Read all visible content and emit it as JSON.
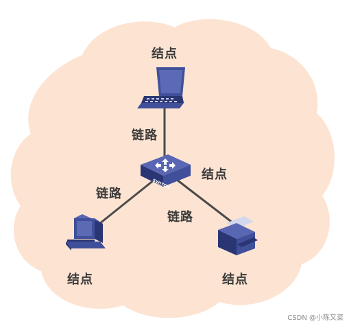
{
  "colors": {
    "cloud": "#fde3d2",
    "link_line": "#4a4a4a",
    "device_blue": "#3f4f9a",
    "device_dark": "#2a3573",
    "label_text": "#3a3a3a"
  },
  "nodes": {
    "top": {
      "label": "结点",
      "icon": "laptop-icon"
    },
    "center": {
      "label": "结点",
      "icon": "switch-icon",
      "device_text": "SWITCH"
    },
    "bottom_left": {
      "label": "结点",
      "icon": "desktop-computer-icon"
    },
    "bottom_right": {
      "label": "结点",
      "icon": "printer-icon"
    }
  },
  "links": {
    "top": {
      "label": "链路"
    },
    "left": {
      "label": "链路"
    },
    "right": {
      "label": "链路"
    }
  },
  "watermark": "CSDN @小陈又菜"
}
